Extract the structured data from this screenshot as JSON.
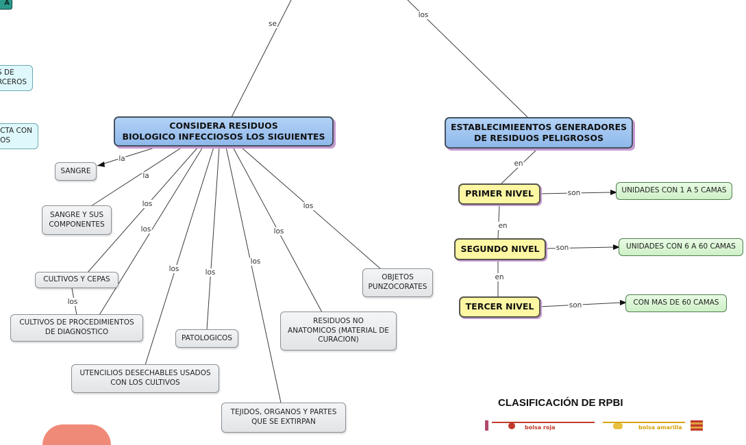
{
  "top_left_badge": "A",
  "nodes": {
    "considera": "CONSIDERA RESIDUOS\nBIOLOGICO INFECCIOSOS LOS SIGUIENTES",
    "establecimientos": "ESTABLECIMIEENTOS GENERADORES\nDE RESIDUOS PELIGROSOS",
    "left_cyan_1": "S DE\nRCEROS",
    "left_cyan_2": "CTA CON\nOS",
    "sangre": "SANGRE",
    "sangre_componentes": "SANGRE Y SUS\nCOMPONENTES",
    "cultivos_cepas": "CULTIVOS Y CEPAS",
    "cultivos_procedimientos": "CULTIVOS DE PROCEDIMIENTOS\nDE DIAGNOSTICO",
    "utencilios": "UTENCILIOS DESECHABLES USADOS\nCON LOS CULTIVOS",
    "patologicos": "PATOLOGICOS",
    "tejidos": "TEJIDOS, ORGANOS Y PARTES\nQUE SE EXTIRPAN",
    "residuos_no_anatomicos": "RESIDUOS NO\nANATOMICOS (MATERIAL DE\nCURACION)",
    "objetos": "OBJETOS\nPUNZOCORATES",
    "primer_nivel": "PRIMER NIVEL",
    "segundo_nivel": "SEGUNDO NIVEL",
    "tercer_nivel": "TERCER NIVEL",
    "unidades_1_5": "UNIDADES CON 1 A 5 CAMAS",
    "unidades_6_60": "UNIDADES CON 6 A 60 CAMAS",
    "mas_60": "CON MAS DE 60 CAMAS"
  },
  "links": {
    "se": "se",
    "los_top": "los",
    "la_1": "la",
    "la_2": "la",
    "los_1": "los",
    "los_2": "los",
    "los_3": "los",
    "los_4": "los",
    "los_5": "los",
    "los_6": "los",
    "los_7": "los",
    "los_8": "los",
    "en_1": "en",
    "en_2": "en",
    "en_3": "en",
    "son_1": "son",
    "son_2": "son",
    "son_3": "son"
  },
  "classification": {
    "title": "CLASIFICACIÓN DE RPBI",
    "bag_red": "bolsa roja",
    "bag_yellow": "bolsa amarilla"
  },
  "colors": {
    "main_node": "#9fc3f0",
    "level_node": "#fdf6a2",
    "result_node": "#d6f5d0",
    "leaf_node": "#e6e8ea",
    "shadow": "#c79ad2"
  }
}
